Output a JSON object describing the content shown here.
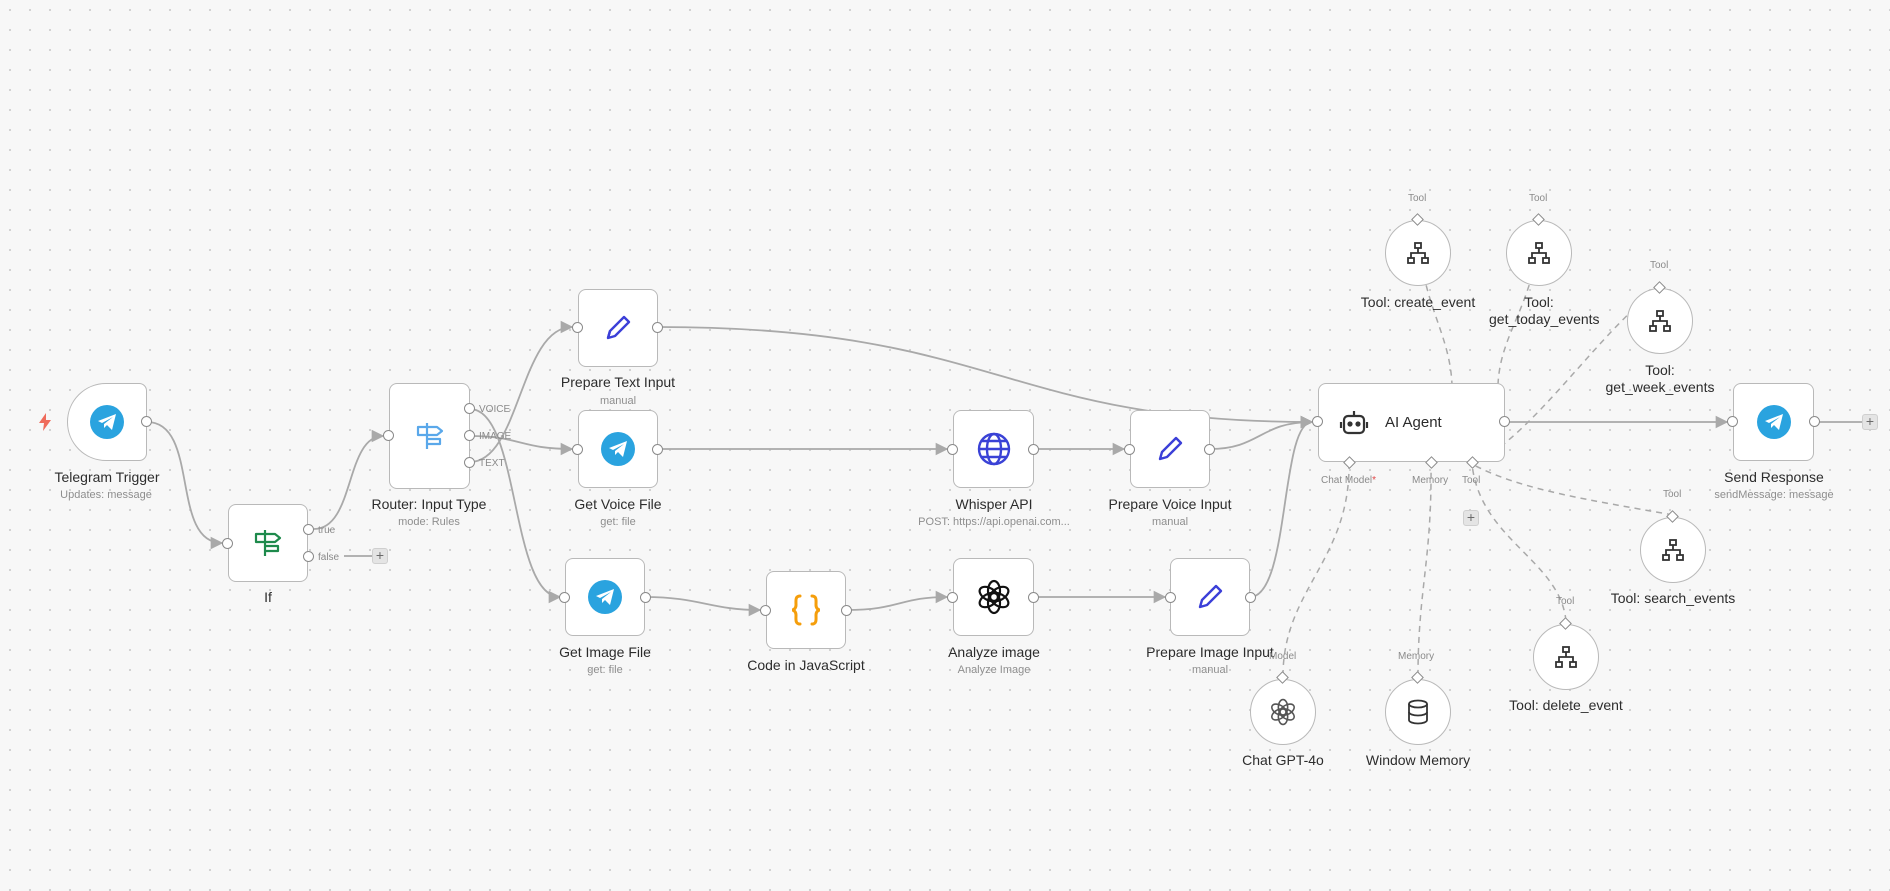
{
  "nodes": {
    "telegram_trigger": {
      "title": "Telegram Trigger",
      "subtitle": "Updates: message"
    },
    "if": {
      "title": "If",
      "out_true": "true",
      "out_false": "false"
    },
    "router": {
      "title": "Router: Input Type",
      "subtitle": "mode: Rules",
      "out_voice": "VOICE",
      "out_image": "IMAGE",
      "out_text": "TEXT"
    },
    "prepare_text": {
      "title": "Prepare Text Input",
      "subtitle": "manual"
    },
    "get_voice": {
      "title": "Get Voice File",
      "subtitle": "get: file"
    },
    "get_image": {
      "title": "Get Image File",
      "subtitle": "get: file"
    },
    "code_js": {
      "title": "Code in JavaScript"
    },
    "whisper": {
      "title": "Whisper API",
      "subtitle": "POST: https://api.openai.com..."
    },
    "analyze_image": {
      "title": "Analyze image",
      "subtitle": "Analyze Image"
    },
    "prepare_voice": {
      "title": "Prepare Voice Input",
      "subtitle": "manual"
    },
    "prepare_image": {
      "title": "Prepare Image Input",
      "subtitle": "manual"
    },
    "ai_agent": {
      "title": "AI Agent",
      "port_chat_model": "Chat Model",
      "port_required": "*",
      "port_memory": "Memory",
      "port_tool": "Tool"
    },
    "send_response": {
      "title": "Send Response",
      "subtitle": "sendMessage: message"
    },
    "tool_create": {
      "title": "Tool: create_event",
      "port": "Tool"
    },
    "tool_today": {
      "title": "Tool: get_today_events",
      "port": "Tool"
    },
    "tool_week": {
      "title": "Tool: get_week_events",
      "port": "Tool"
    },
    "tool_search": {
      "title": "Tool: search_events",
      "port": "Tool"
    },
    "tool_delete": {
      "title": "Tool: delete_event",
      "port": "Tool"
    },
    "chat_gpt": {
      "title": "Chat GPT-4o",
      "port": "Model"
    },
    "window_memory": {
      "title": "Window Memory",
      "port": "Memory"
    }
  },
  "add_button": "+",
  "colors": {
    "telegram": "#2aa3df",
    "if_green": "#1e8a4c",
    "router_blue": "#5aa8ea",
    "pen_blue": "#3b3fd8",
    "globe_blue": "#3a42d6",
    "code_orange": "#f59e0b",
    "trigger_bolt": "#ef6b5b",
    "edge": "#a9a9a9"
  }
}
